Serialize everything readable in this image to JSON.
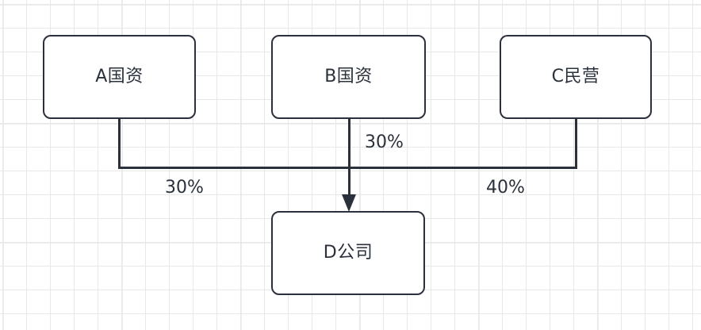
{
  "diagram": {
    "type": "ownership-structure-flowchart",
    "nodes": [
      {
        "id": "A",
        "label": "A国资"
      },
      {
        "id": "B",
        "label": "B国资"
      },
      {
        "id": "C",
        "label": "C民营"
      },
      {
        "id": "D",
        "label": "D公司"
      }
    ],
    "edges": [
      {
        "from": "A",
        "to": "D",
        "label": "30%"
      },
      {
        "from": "B",
        "to": "D",
        "label": "30%"
      },
      {
        "from": "C",
        "to": "D",
        "label": "40%"
      }
    ],
    "colors": {
      "stroke": "#2b313b",
      "node_fill": "#ffffff",
      "grid_minor": "#e8e8e8",
      "grid_major": "#dcdcdc",
      "canvas": "#ffffff"
    }
  }
}
